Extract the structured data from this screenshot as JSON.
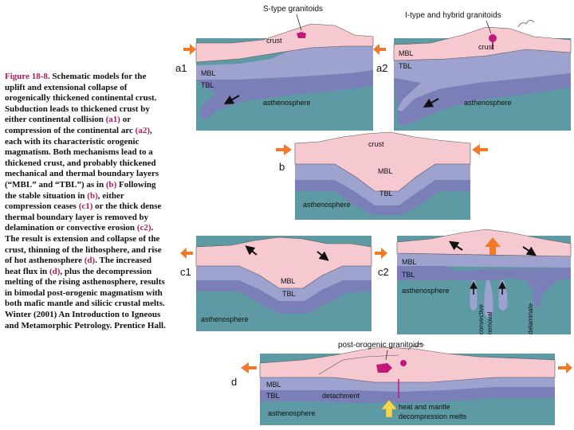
{
  "caption": {
    "fig_label": "Figure 18-8.",
    "segments": [
      {
        "t": " Schematic models for the uplift and extensional collapse of orogenically thickened continental crust. Subduction leads to thickened crust by either continental collision "
      },
      {
        "t": "(a1)",
        "hl": true
      },
      {
        "t": " or compression of the continental arc "
      },
      {
        "t": "(a2)",
        "hl": true
      },
      {
        "t": ", each with its characteristic orogenic magmatism. Both mechanisms lead to a thickened crust, and probably thickened mechanical and thermal boundary layers (“MBL” and “TBL”) as in "
      },
      {
        "t": "(b)",
        "hl": true
      },
      {
        "t": " Following the stable situation in "
      },
      {
        "t": "(b)",
        "hl": true
      },
      {
        "t": ", either compression ceases "
      },
      {
        "t": "(c1)",
        "hl": true
      },
      {
        "t": " or the thick dense thermal boundary layer is removed by delamination or convective erosion "
      },
      {
        "t": "(c2)",
        "hl": true
      },
      {
        "t": ". The result is extension and collapse of the crust, thinning of the lithosphere, and rise of hot asthenosphere "
      },
      {
        "t": "(d)",
        "hl": true
      },
      {
        "t": ". The increased heat flux in "
      },
      {
        "t": "(d)",
        "hl": true
      },
      {
        "t": ", plus the decompression melting of the rising asthenosphere, results in bimodal post-orogenic magmatism with both mafic mantle and silicic crustal melts. Winter (2001) An Introduction to Igneous and Metamorphic Petrology. Prentice Hall."
      }
    ]
  },
  "panels": {
    "a1": {
      "id": "a1",
      "top_label": "S-type granitoids",
      "crust": "crust",
      "mbl": "MBL",
      "tbl": "TBL",
      "asth": "asthenosphere"
    },
    "a2": {
      "id": "a2",
      "top_label": "I-type and hybrid granitoids",
      "crust": "crust",
      "mbl": "MBL",
      "tbl": "TBL",
      "asth": "asthenosphere"
    },
    "b": {
      "id": "b",
      "crust": "crust",
      "mbl": "MBL",
      "tbl": "TBL",
      "asth": "asthenosphere"
    },
    "c1": {
      "id": "c1",
      "mbl": "MBL",
      "tbl": "TBL",
      "asth": "asthenosphere"
    },
    "c2": {
      "id": "c2",
      "mbl": "MBL",
      "tbl": "TBL",
      "asth": "asthenosphere",
      "convective": "convective",
      "removal": "removal",
      "delaminate": "delaminate"
    },
    "d": {
      "id": "d",
      "top_label": "post-orogenic granitoids",
      "mbl": "MBL",
      "tbl": "TBL",
      "asth": "asthenosphere",
      "detachment": "detachment",
      "heat1": "heat and mantle",
      "heat2": "decompression melts"
    }
  },
  "colors": {
    "crust": "#f5c9cf",
    "mbl": "#9ea2cf",
    "tbl": "#7b7fb8",
    "asth": "#5e9aa4",
    "orange": "#f07a2a",
    "magenta": "#c2187a"
  }
}
